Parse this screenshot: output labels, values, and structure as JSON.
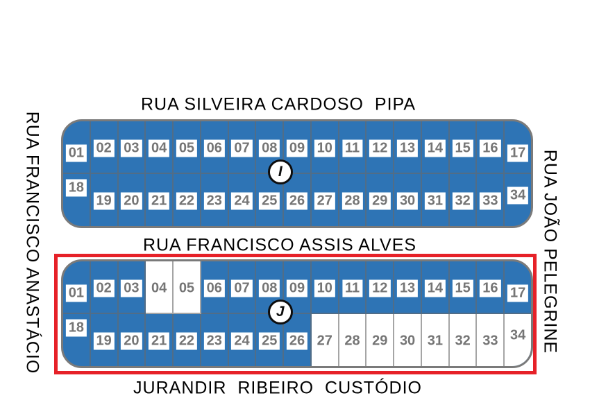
{
  "streets": {
    "top": "RUA SILVEIRA CARDOSO  PIPA",
    "middle": "RUA FRANCISCO ASSIS ALVES",
    "bottom": "JURANDIR  RIBEIRO  CUSTÓDIO",
    "left": "RUA FRANCISCO ANASTÁCIO",
    "right": "RUA JOÃO PELEGRINE"
  },
  "colors": {
    "lot_fill": "#2e74b5",
    "vacant_fill": "#ffffff",
    "grid_line": "#696969",
    "number_text": "#757575",
    "highlight_border": "#e62128"
  },
  "blocks": [
    {
      "id": "I",
      "label": "I",
      "highlighted": false,
      "rows": [
        {
          "lots": [
            {
              "n": "01",
              "vacant": false
            },
            {
              "n": "02",
              "vacant": false
            },
            {
              "n": "03",
              "vacant": false
            },
            {
              "n": "04",
              "vacant": false
            },
            {
              "n": "05",
              "vacant": false
            },
            {
              "n": "06",
              "vacant": false
            },
            {
              "n": "07",
              "vacant": false
            },
            {
              "n": "08",
              "vacant": false
            },
            {
              "n": "09",
              "vacant": false
            },
            {
              "n": "10",
              "vacant": false
            },
            {
              "n": "11",
              "vacant": false
            },
            {
              "n": "12",
              "vacant": false
            },
            {
              "n": "13",
              "vacant": false
            },
            {
              "n": "14",
              "vacant": false
            },
            {
              "n": "15",
              "vacant": false
            },
            {
              "n": "16",
              "vacant": false
            },
            {
              "n": "17",
              "vacant": false
            }
          ]
        },
        {
          "lots": [
            {
              "n": "18",
              "vacant": false
            },
            {
              "n": "19",
              "vacant": false
            },
            {
              "n": "20",
              "vacant": false
            },
            {
              "n": "21",
              "vacant": false
            },
            {
              "n": "22",
              "vacant": false
            },
            {
              "n": "23",
              "vacant": false
            },
            {
              "n": "24",
              "vacant": false
            },
            {
              "n": "25",
              "vacant": false
            },
            {
              "n": "26",
              "vacant": false
            },
            {
              "n": "27",
              "vacant": false
            },
            {
              "n": "28",
              "vacant": false
            },
            {
              "n": "29",
              "vacant": false
            },
            {
              "n": "30",
              "vacant": false
            },
            {
              "n": "31",
              "vacant": false
            },
            {
              "n": "32",
              "vacant": false
            },
            {
              "n": "33",
              "vacant": false
            },
            {
              "n": "34",
              "vacant": false
            }
          ]
        }
      ]
    },
    {
      "id": "J",
      "label": "J",
      "highlighted": true,
      "rows": [
        {
          "lots": [
            {
              "n": "01",
              "vacant": false
            },
            {
              "n": "02",
              "vacant": false
            },
            {
              "n": "03",
              "vacant": false
            },
            {
              "n": "04",
              "vacant": true
            },
            {
              "n": "05",
              "vacant": true
            },
            {
              "n": "06",
              "vacant": false
            },
            {
              "n": "07",
              "vacant": false
            },
            {
              "n": "08",
              "vacant": false
            },
            {
              "n": "09",
              "vacant": false
            },
            {
              "n": "10",
              "vacant": false
            },
            {
              "n": "11",
              "vacant": false
            },
            {
              "n": "12",
              "vacant": false
            },
            {
              "n": "13",
              "vacant": false
            },
            {
              "n": "14",
              "vacant": false
            },
            {
              "n": "15",
              "vacant": false
            },
            {
              "n": "16",
              "vacant": false
            },
            {
              "n": "17",
              "vacant": false
            }
          ]
        },
        {
          "lots": [
            {
              "n": "18",
              "vacant": false
            },
            {
              "n": "19",
              "vacant": false
            },
            {
              "n": "20",
              "vacant": false
            },
            {
              "n": "21",
              "vacant": false
            },
            {
              "n": "22",
              "vacant": false
            },
            {
              "n": "23",
              "vacant": false
            },
            {
              "n": "24",
              "vacant": false
            },
            {
              "n": "25",
              "vacant": false
            },
            {
              "n": "26",
              "vacant": false
            },
            {
              "n": "27",
              "vacant": true
            },
            {
              "n": "28",
              "vacant": true
            },
            {
              "n": "29",
              "vacant": true
            },
            {
              "n": "30",
              "vacant": true
            },
            {
              "n": "31",
              "vacant": true
            },
            {
              "n": "32",
              "vacant": true
            },
            {
              "n": "33",
              "vacant": true
            },
            {
              "n": "34",
              "vacant": true
            }
          ]
        }
      ]
    }
  ]
}
